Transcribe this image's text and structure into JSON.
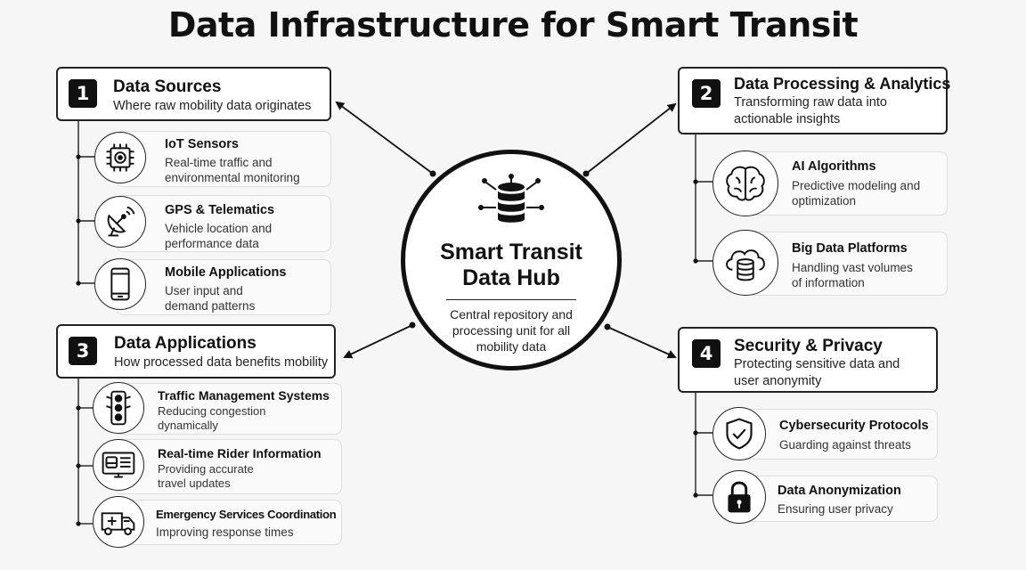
{
  "title": "Data Infrastructure for Smart Transit",
  "hub": {
    "title_line1": "Smart Transit",
    "title_line2": "Data Hub",
    "desc": "Central repository and processing unit for all mobility data",
    "icon": "database-icon"
  },
  "sections": [
    {
      "number": "1",
      "title": "Data Sources",
      "subtitle": "Where raw mobility data originates",
      "items": [
        {
          "title": "IoT Sensors",
          "desc_line1": "Real-time traffic and",
          "desc_line2": "environmental monitoring",
          "icon": "chip-sensor-icon"
        },
        {
          "title": "GPS & Telematics",
          "desc_line1": "Vehicle location and",
          "desc_line2": "performance data",
          "icon": "satellite-dish-icon"
        },
        {
          "title": "Mobile Applications",
          "desc_line1": "User input and",
          "desc_line2": "demand patterns",
          "icon": "smartphone-icon"
        }
      ]
    },
    {
      "number": "2",
      "title": "Data Processing & Analytics",
      "subtitle_line1": "Transforming raw data into",
      "subtitle_line2": "actionable insights",
      "items": [
        {
          "title": "AI Algorithms",
          "desc_line1": "Predictive modeling and",
          "desc_line2": "optimization",
          "icon": "brain-icon"
        },
        {
          "title": "Big Data Platforms",
          "desc_line1": "Handling vast volumes",
          "desc_line2": "of information",
          "icon": "cloud-database-icon"
        }
      ]
    },
    {
      "number": "3",
      "title": "Data Applications",
      "subtitle": "How processed data benefits mobility",
      "items": [
        {
          "title": "Traffic Management Systems",
          "desc_line1": "Reducing congestion",
          "desc_line2": "dynamically",
          "icon": "traffic-light-icon"
        },
        {
          "title": "Real-time Rider Information",
          "desc_line1": "Providing accurate",
          "desc_line2": "travel updates",
          "icon": "bus-display-icon"
        },
        {
          "title": "Emergency Services Coordination",
          "desc_line1": "Improving response times",
          "icon": "ambulance-icon"
        }
      ]
    },
    {
      "number": "4",
      "title": "Security & Privacy",
      "subtitle_line1": "Protecting sensitive data and",
      "subtitle_line2": "user anonymity",
      "items": [
        {
          "title": "Cybersecurity Protocols",
          "desc_line1": "Guarding against threats",
          "icon": "shield-check-icon"
        },
        {
          "title": "Data Anonymization",
          "desc_line1": "Ensuring user privacy",
          "icon": "padlock-icon"
        }
      ]
    }
  ]
}
